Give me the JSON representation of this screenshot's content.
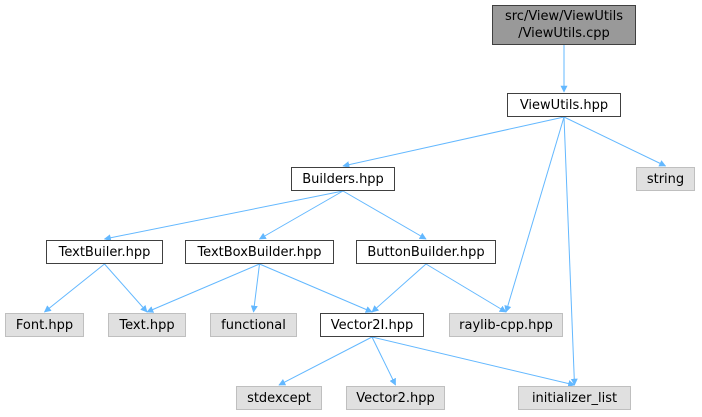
{
  "colors": {
    "edge": "#63b8ff",
    "root_fill": "#999999",
    "internal_fill": "#ffffff",
    "external_fill": "#e0e0e0",
    "border": "#404040"
  },
  "nodes": {
    "root": {
      "line1": "src/View/ViewUtils",
      "line2": "/ViewUtils.cpp"
    },
    "viewutils_hpp": "ViewUtils.hpp",
    "string": "string",
    "builders_hpp": "Builders.hpp",
    "textbuiler_hpp": "TextBuiler.hpp",
    "textboxbuilder_hpp": "TextBoxBuilder.hpp",
    "buttonbuilder_hpp": "ButtonBuilder.hpp",
    "font_hpp": "Font.hpp",
    "text_hpp": "Text.hpp",
    "functional": "functional",
    "vector2i_hpp": "Vector2I.hpp",
    "raylib_cpp_hpp": "raylib-cpp.hpp",
    "stdexcept": "stdexcept",
    "vector2_hpp": "Vector2.hpp",
    "initializer_list": "initializer_list"
  },
  "edges": [
    [
      "root",
      "viewutils_hpp"
    ],
    [
      "viewutils_hpp",
      "builders_hpp"
    ],
    [
      "viewutils_hpp",
      "string"
    ],
    [
      "viewutils_hpp",
      "raylib_cpp_hpp"
    ],
    [
      "viewutils_hpp",
      "initializer_list"
    ],
    [
      "builders_hpp",
      "textbuiler_hpp"
    ],
    [
      "builders_hpp",
      "textboxbuilder_hpp"
    ],
    [
      "builders_hpp",
      "buttonbuilder_hpp"
    ],
    [
      "textbuiler_hpp",
      "font_hpp"
    ],
    [
      "textbuiler_hpp",
      "text_hpp"
    ],
    [
      "textboxbuilder_hpp",
      "text_hpp"
    ],
    [
      "textboxbuilder_hpp",
      "functional"
    ],
    [
      "textboxbuilder_hpp",
      "vector2i_hpp"
    ],
    [
      "buttonbuilder_hpp",
      "vector2i_hpp"
    ],
    [
      "buttonbuilder_hpp",
      "raylib_cpp_hpp"
    ],
    [
      "vector2i_hpp",
      "stdexcept"
    ],
    [
      "vector2i_hpp",
      "vector2_hpp"
    ],
    [
      "vector2i_hpp",
      "initializer_list"
    ]
  ]
}
